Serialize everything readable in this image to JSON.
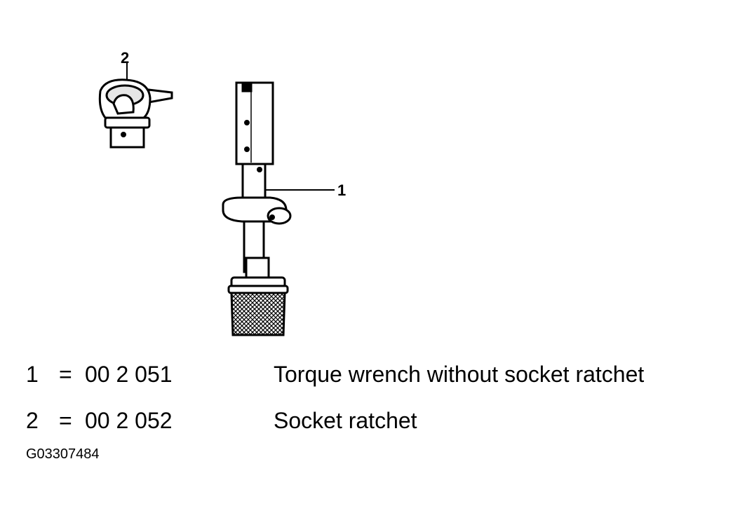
{
  "callouts": [
    {
      "label": "1",
      "target": "torque-wrench"
    },
    {
      "label": "2",
      "target": "socket-ratchet"
    }
  ],
  "legend": [
    {
      "number": "1",
      "equals": "=",
      "part_number": "00 2 051",
      "description": "Torque wrench without socket ratchet"
    },
    {
      "number": "2",
      "equals": "=",
      "part_number": "00 2 052",
      "description": "Socket ratchet"
    }
  ],
  "figure_id": "G03307484",
  "colors": {
    "ink": "#000000",
    "paper": "#ffffff",
    "shade": "#d8d8d8"
  }
}
